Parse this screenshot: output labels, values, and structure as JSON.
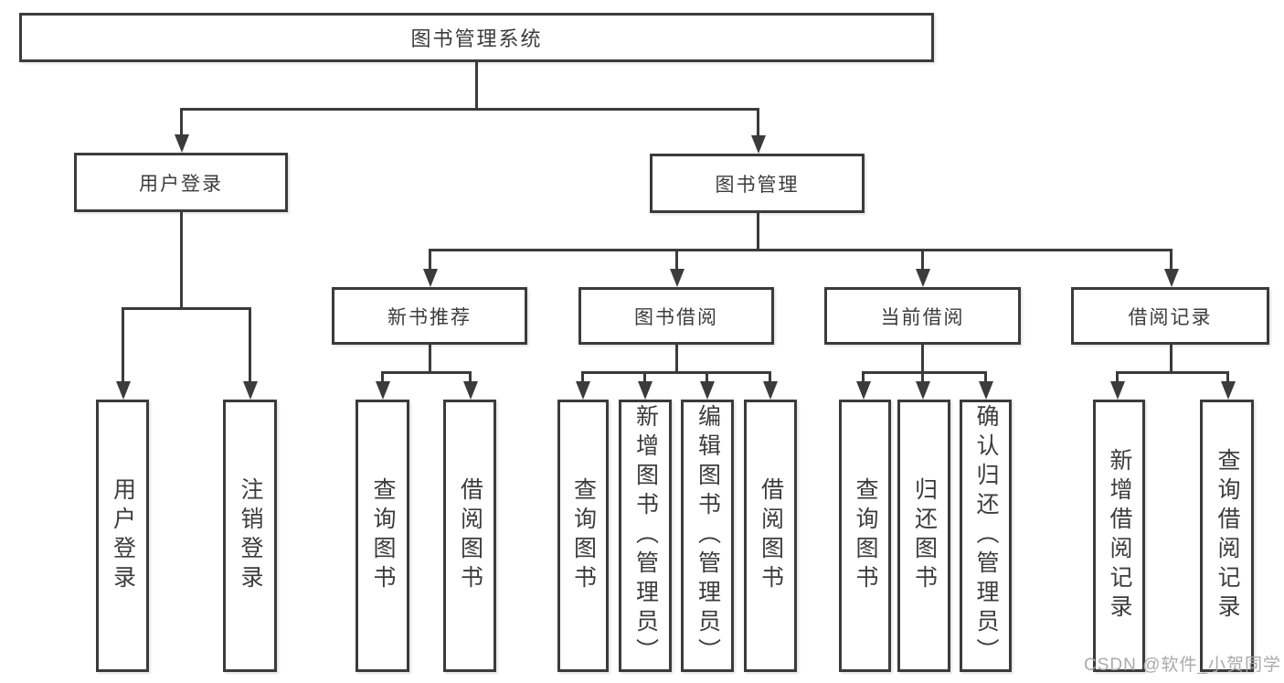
{
  "diagram": {
    "root": {
      "label": "图书管理系统"
    },
    "level1": [
      {
        "label": "用户登录",
        "children": [
          {
            "label": "用户登录"
          },
          {
            "label": "注销登录"
          }
        ]
      },
      {
        "label": "图书管理",
        "groups": [
          {
            "label": "新书推荐",
            "children": [
              {
                "label": "查询图书"
              },
              {
                "label": "借阅图书"
              }
            ]
          },
          {
            "label": "图书借阅",
            "children": [
              {
                "label": "查询图书"
              },
              {
                "label": "新增图书（管理员）"
              },
              {
                "label": "编辑图书（管理员）"
              },
              {
                "label": "借阅图书"
              }
            ]
          },
          {
            "label": "当前借阅",
            "children": [
              {
                "label": "查询图书"
              },
              {
                "label": "归还图书"
              },
              {
                "label": "确认归还（管理员）"
              }
            ]
          },
          {
            "label": "借阅记录",
            "children": [
              {
                "label": "新增借阅记录"
              },
              {
                "label": "查询借阅记录"
              }
            ]
          }
        ]
      }
    ]
  },
  "watermark": "CSDN @软件_小贺同学",
  "colors": {
    "line": "#3b3b3b",
    "text": "#3c3c3c",
    "watermark": "#a6a6a6",
    "background": "#ffffff"
  }
}
